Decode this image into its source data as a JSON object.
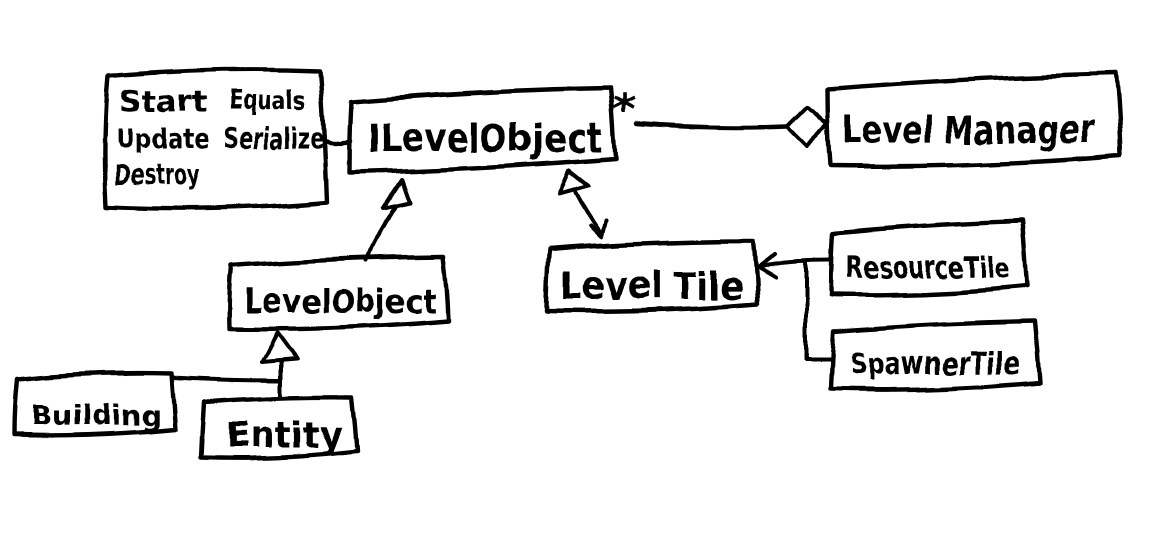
{
  "canvas": {
    "background_color": "#ffffff",
    "ink_color": "#000000"
  },
  "diagram": {
    "type": "uml-class-diagram",
    "nodes": {
      "interface_note": {
        "column1": [
          "Start",
          "Update",
          "Destroy"
        ],
        "column2": [
          "Equals",
          "Serialize"
        ]
      },
      "ilevel_object": {
        "label": "ILevelObject"
      },
      "level_manager": {
        "label": "Level Manager"
      },
      "level_object": {
        "label": "LevelObject"
      },
      "level_tile": {
        "label": "Level Tile"
      },
      "resource_tile": {
        "label": "ResourceTile"
      },
      "spawner_tile": {
        "label": "SpawnerTile"
      },
      "building": {
        "label": "Building"
      },
      "entity": {
        "label": "Entity"
      }
    },
    "relations": {
      "note_to_interface": {
        "from": "interface_note",
        "to": "ILevelObject",
        "type": "note-attachment"
      },
      "manager_aggregation": {
        "from": "ILevelObject",
        "to": "Level Manager",
        "type": "aggregation",
        "multiplicity": "*"
      },
      "levelobject_implements": {
        "from": "LevelObject",
        "to": "ILevelObject",
        "type": "inheritance"
      },
      "leveltile_implements": {
        "from": "LevelTile",
        "to": "ILevelObject",
        "type": "inheritance"
      },
      "building_extends": {
        "from": "Building",
        "to": "LevelObject",
        "type": "inheritance"
      },
      "entity_extends": {
        "from": "Entity",
        "to": "LevelObject",
        "type": "inheritance"
      },
      "resourcetile_extends": {
        "from": "ResourceTile",
        "to": "LevelTile",
        "type": "inheritance"
      },
      "spawnertile_extends": {
        "from": "SpawnerTile",
        "to": "LevelTile",
        "type": "inheritance"
      }
    }
  }
}
